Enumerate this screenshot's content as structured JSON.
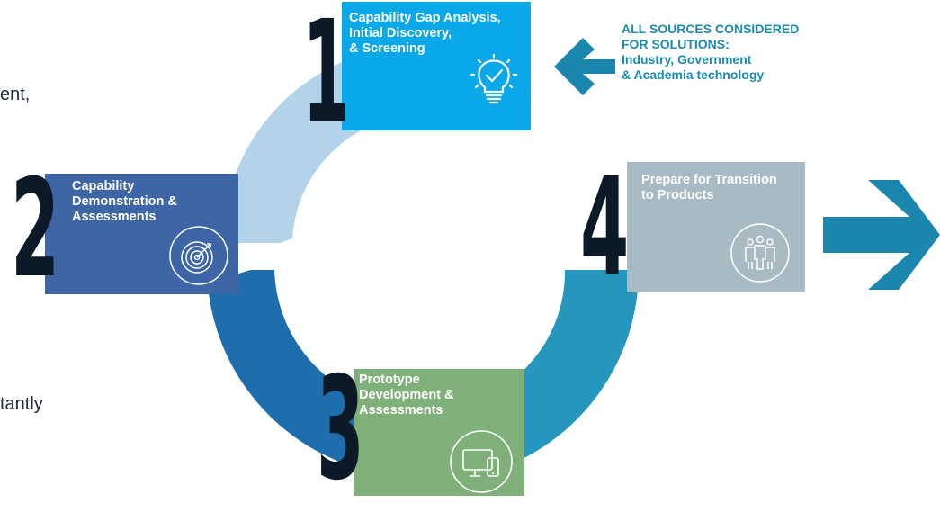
{
  "fragments": {
    "left_top": "ent,",
    "left_bottom": "tantly"
  },
  "steps": [
    {
      "number": "1",
      "label": "Capability Gap Analysis,\nInitial Discovery,\n& Screening",
      "color": "#0aa8e8",
      "icon": "lightbulb-check-icon"
    },
    {
      "number": "2",
      "label": "Capability\nDemonstration &\nAssessments",
      "color": "#3e65a5",
      "icon": "target-icon"
    },
    {
      "number": "3",
      "label": "Prototype\nDevelopment &\nAssessments",
      "color": "#7fb07a",
      "icon": "devices-icon"
    },
    {
      "number": "4",
      "label": "Prepare for Transition\nto Products",
      "color": "#a8bbc5",
      "icon": "team-icon"
    }
  ],
  "sources_note": {
    "line1": "ALL SOURCES CONSIDERED",
    "line2": "FOR SOLUTIONS:",
    "line3": "Industry, Government",
    "line4": "& Academia technology"
  },
  "colors": {
    "ring_light": "#b2d3ea",
    "ring_mid": "#1e6eae",
    "ring_teal": "#2596bd",
    "arrow": "#1b87ae",
    "number": "#0c1a27"
  },
  "icons": {
    "inbound_arrow": "arrow-left-icon",
    "outbound_arrow": "arrow-right-icon"
  }
}
